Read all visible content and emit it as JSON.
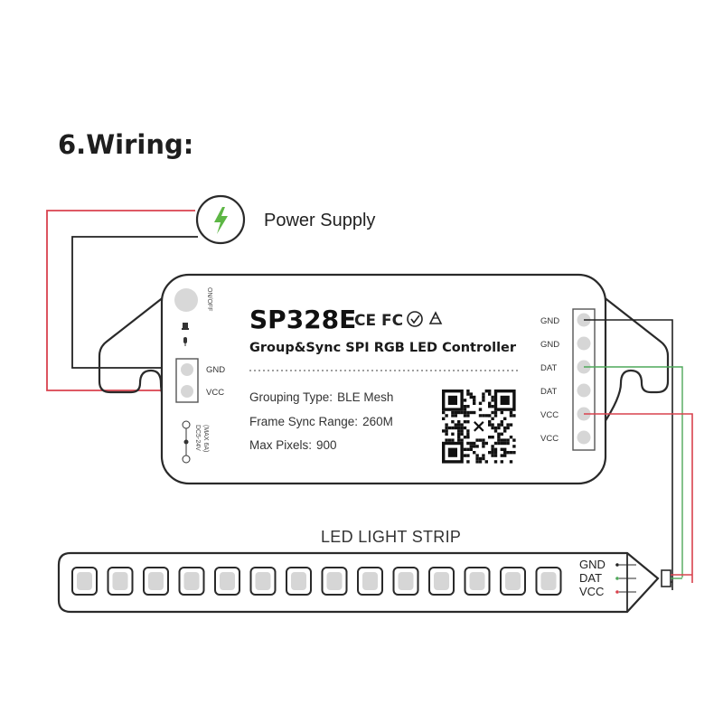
{
  "heading": "6.Wiring:",
  "power_supply": {
    "label": "Power Supply",
    "icon": "lightning-bolt-icon",
    "icon_color": "#5db645"
  },
  "controller": {
    "model": "SP328E",
    "subtitle": "Group&Sync SPI RGB LED Controller",
    "certifications": "CE FC",
    "power_button_label": "ON/OFF",
    "rating_label": "DC5-24V",
    "rating_sub": "(MAX 6A)",
    "specs": [
      {
        "label": "Grouping Type:",
        "value": "BLE Mesh"
      },
      {
        "label": "Frame Sync Range:",
        "value": "260M"
      },
      {
        "label": "Max Pixels:",
        "value": "900"
      }
    ],
    "input_pins": [
      "GND",
      "VCC"
    ],
    "output_pins": [
      "GND",
      "GND",
      "DAT",
      "DAT",
      "VCC",
      "VCC"
    ]
  },
  "strip": {
    "title": "LED LIGHT STRIP",
    "led_count": 14,
    "pins": [
      "GND",
      "DAT",
      "VCC"
    ]
  },
  "colors": {
    "wire_red": "#d9424e",
    "wire_black": "#222222",
    "wire_green": "#4fa85a",
    "outline": "#2a2a2a"
  }
}
